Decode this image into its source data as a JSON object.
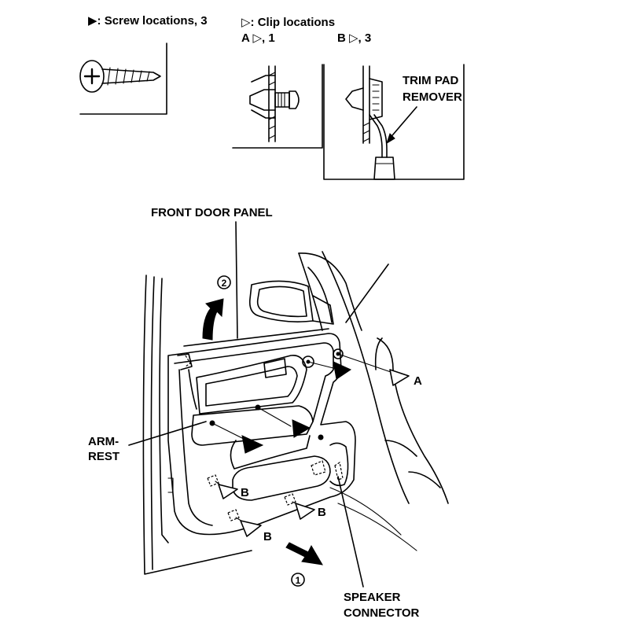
{
  "legend": {
    "screw_text": "▶: Screw locations, 3",
    "clip_text": "▷: Clip locations",
    "clip_a_text": "A ▷, 1",
    "clip_b_text": "B ▷, 3"
  },
  "labels": {
    "trim_pad_line1": "TRIM PAD",
    "trim_pad_line2": "REMOVER",
    "front_door_panel": "FRONT DOOR PANEL",
    "armrest_line1": "ARM-",
    "armrest_line2": "REST",
    "speaker_line1": "SPEAKER",
    "speaker_line2": "CONNECTOR",
    "clip_a": "A",
    "clip_b_1": "B",
    "clip_b_2": "B",
    "clip_b_3": "B",
    "step_1": "1",
    "step_2": "2"
  }
}
